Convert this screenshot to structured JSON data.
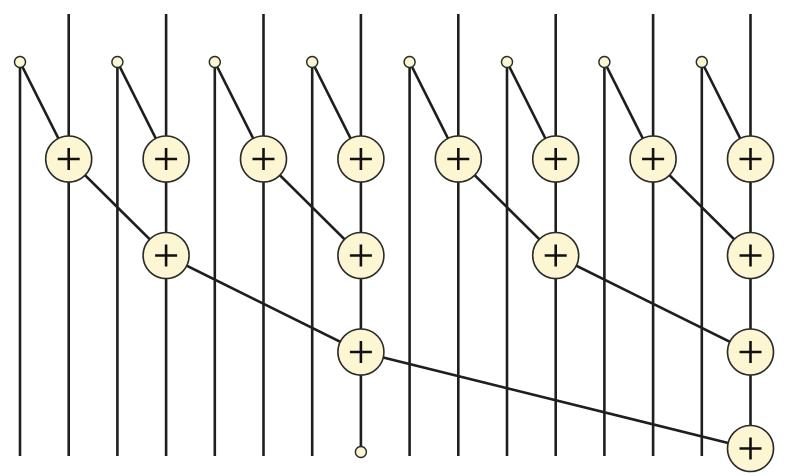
{
  "diagram": {
    "kind": "parallel-prefix-sum-network",
    "operator_symbol": "+",
    "wire_count": 16,
    "levels": [
      {
        "level": 1,
        "distance": 1,
        "adders": [
          1,
          3,
          5,
          7,
          9,
          11,
          13,
          15
        ]
      },
      {
        "level": 2,
        "distance": 2,
        "adders": [
          3,
          7,
          11,
          15
        ]
      },
      {
        "level": 3,
        "distance": 4,
        "adders": [
          7,
          15
        ]
      },
      {
        "level": 4,
        "distance": 8,
        "adders": [
          15
        ]
      }
    ],
    "colors": {
      "node_fill": "#fcf6d2",
      "line": "#1e1e1e"
    }
  }
}
